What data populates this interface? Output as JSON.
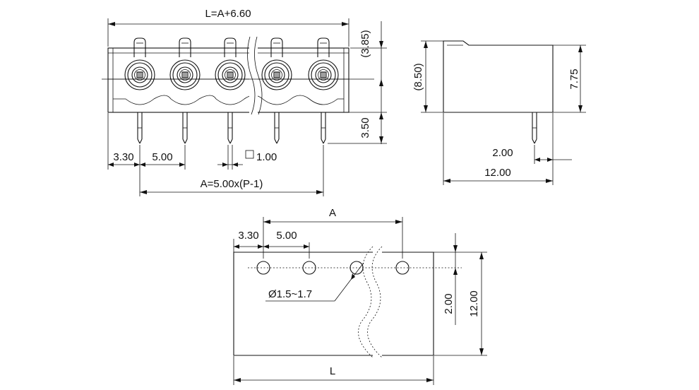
{
  "front_view": {
    "total_length": "L=A+6.60",
    "height_ref_top": "(3.85)",
    "pin_length": "3.50",
    "edge_offset": "3.30",
    "pitch": "5.00",
    "pin_square": "1.00",
    "span": "A=5.00x(P-1)"
  },
  "side_view": {
    "overall_height": "(8.50)",
    "body_height": "7.75",
    "pin_offset": "2.00",
    "depth": "12.00"
  },
  "footprint": {
    "span_label": "A",
    "edge_offset": "3.30",
    "pitch": "5.00",
    "hole_diameter": "Ø1.5~1.7",
    "hole_row_offset": "2.00",
    "depth": "12.00",
    "length_label": "L"
  }
}
